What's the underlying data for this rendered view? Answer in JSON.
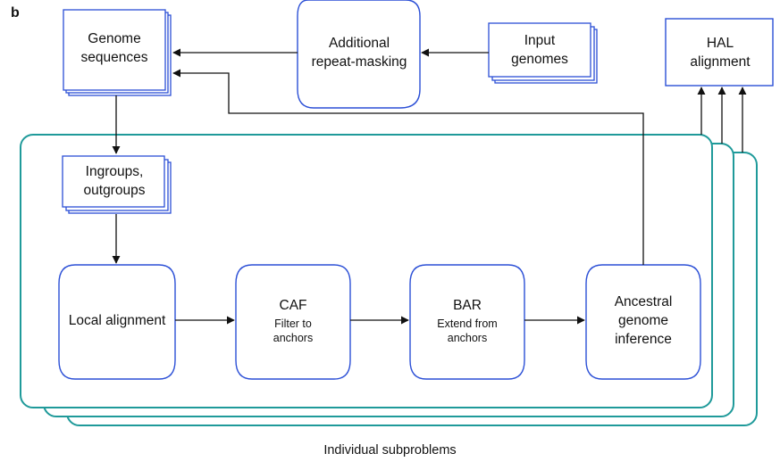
{
  "panel_letter": "b",
  "nodes": {
    "genome_sequences": "Genome sequences",
    "additional_repeat_masking": "Additional repeat-masking",
    "input_genomes": "Input genomes",
    "hal_alignment": "HAL alignment",
    "ingroups_outgroups": "Ingroups, outgroups",
    "local_alignment": "Local alignment",
    "caf": {
      "title": "CAF",
      "subtitle": "Filter to anchors"
    },
    "bar": {
      "title": "BAR",
      "subtitle": "Extend from anchors"
    },
    "ancestral_genome_inference": "Ancestral genome inference"
  },
  "caption": "Individual subproblems",
  "colors": {
    "box_border": "#2b4fd6",
    "panel_border": "#1f9a9a",
    "line": "#111111"
  }
}
